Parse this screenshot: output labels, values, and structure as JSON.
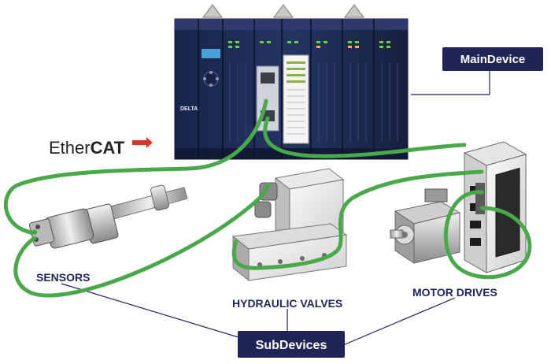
{
  "labels": {
    "main_device": "MainDevice",
    "sub_devices": "SubDevices",
    "sensors": "SENSORS",
    "hydraulic_valves": "HYDRAULIC VALVES",
    "motor_drives": "MOTOR DRIVES"
  },
  "logo": {
    "prefix": "Ether",
    "suffix": "CAT"
  },
  "controller_brand": "DELTA",
  "colors": {
    "cable": "#49a84a",
    "label_bg": "#1f2557",
    "label_text": "#ffffff",
    "caption_text": "#1f2557",
    "plc_body": "#1c2a52",
    "logo_arrow": "#d23a2a"
  }
}
